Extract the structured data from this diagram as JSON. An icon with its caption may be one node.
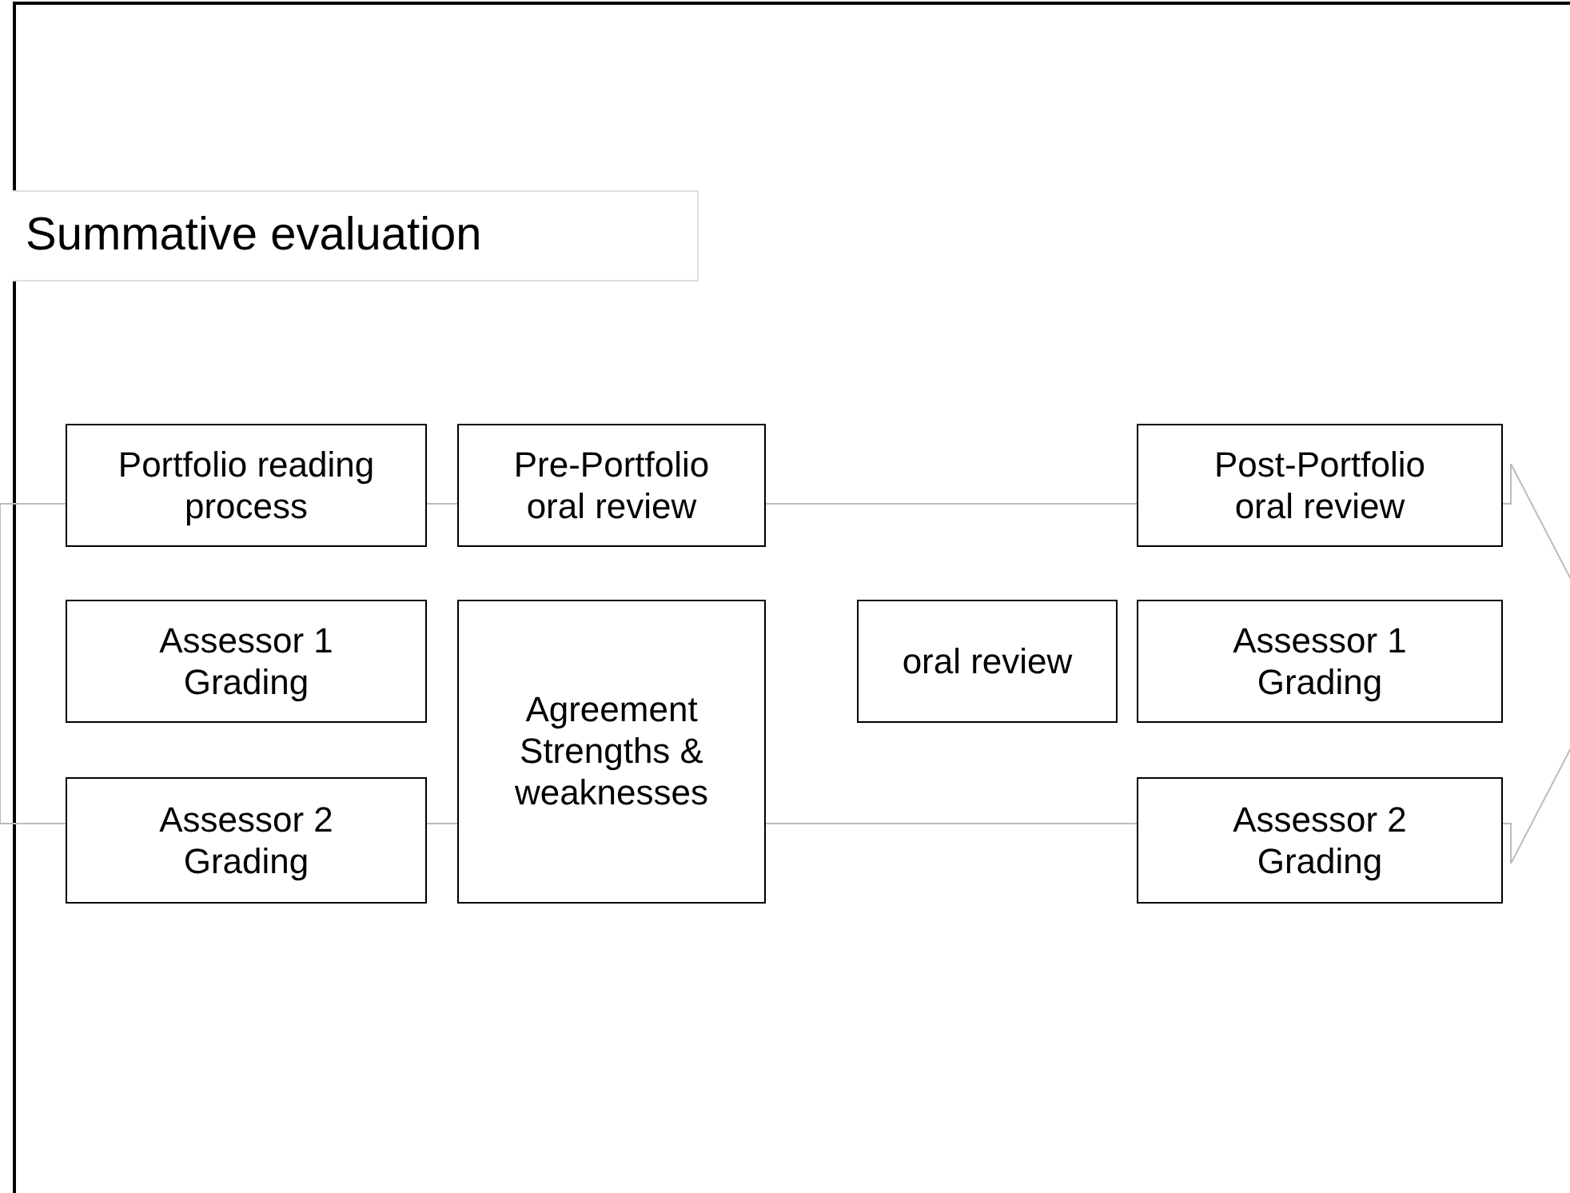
{
  "diagram": {
    "title": "Summative evaluation",
    "nodes": [
      {
        "text": [],
        "shape": "arrow"
      },
      {
        "text": [
          "Portfolio reading process"
        ]
      },
      {
        "text": [
          "Pre-Portfolio oral review"
        ]
      },
      {
        "text": [
          "Post-Portfolio oral review"
        ]
      },
      {
        "text": [
          "Assessor 1 Grading"
        ],
        "in": 0
      },
      {
        "text": [
          "Agreement Strengths & weaknesses"
        ]
      },
      {
        "text": [
          "oral review"
        ],
        "in": 0
      },
      {
        "text": [
          "Assessor 1 Grading"
        ],
        "in": 0
      },
      {
        "text": [
          "Assessor 2 Grading"
        ]
      },
      {
        "text": [
          "Assessor 2 Grading"
        ]
      }
    ],
    "edges": []
  }
}
